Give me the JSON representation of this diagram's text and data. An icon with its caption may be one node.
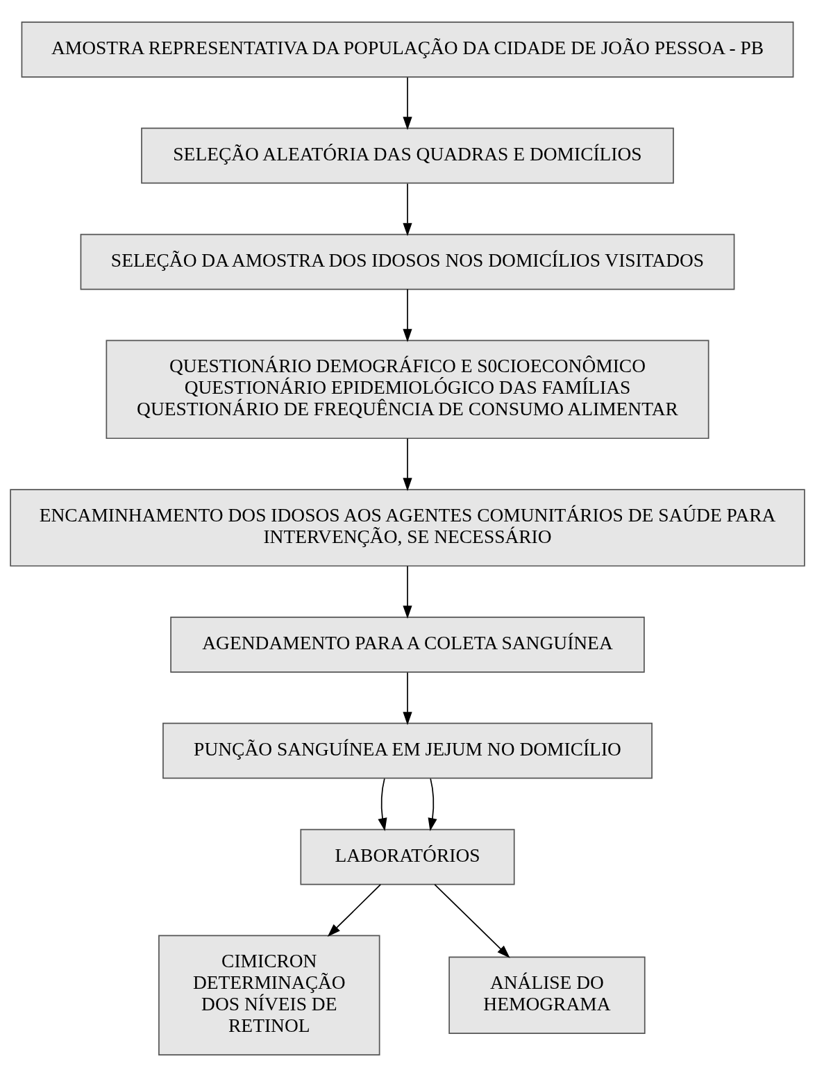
{
  "diagram": {
    "nodes": [
      {
        "text": [
          "AMOSTRA REPRESENTATIVA DA POPULAÇÃO DA CIDADE DE JOÃO PESSOA - PB"
        ]
      },
      {
        "text": [
          "SELEÇÃO ALEATÓRIA DAS QUADRAS E DOMICÍLIOS"
        ]
      },
      {
        "text": [
          "SELEÇÃO DA AMOSTRA DOS IDOSOS NOS DOMICÍLIOS VISITADOS"
        ]
      },
      {
        "text": [
          "QUESTIONÁRIO DEMOGRÁFICO E S0CIOECONÔMICO",
          "QUESTIONÁRIO EPIDEMIOLÓGICO DAS FAMÍLIAS",
          "QUESTIONÁRIO DE FREQUÊNCIA DE CONSUMO ALIMENTAR"
        ]
      },
      {
        "text": [
          "ENCAMINHAMENTO DOS IDOSOS AOS AGENTES COMUNITÁRIOS DE SAÚDE PARA INTERVENÇÃO, SE NECESSÁRIO"
        ]
      },
      {
        "text": [
          "AGENDAMENTO PARA A COLETA SANGUÍNEA"
        ]
      },
      {
        "text": [
          "PUNÇÃO SANGUÍNEA EM JEJUM NO DOMICÍLIO"
        ]
      },
      {
        "text": [
          "LABORATÓRIOS"
        ]
      },
      {
        "text": [
          "CIMICRON",
          "DETERMINAÇÃO DOS NÍVEIS DE RETINOL"
        ]
      },
      {
        "text": [
          "ANÁLISE DO HEMOGRAMA"
        ]
      }
    ],
    "edges": [
      {
        "from": 0,
        "to": 1,
        "arrow": "to"
      },
      {
        "from": 1,
        "to": 2,
        "arrow": "to"
      },
      {
        "from": 2,
        "to": 3,
        "arrow": "to"
      },
      {
        "from": 3,
        "to": 4,
        "arrow": "to"
      },
      {
        "from": 4,
        "to": 5,
        "arrow": "to"
      },
      {
        "from": 5,
        "to": 6,
        "arrow": "to"
      },
      {
        "from": 6,
        "to": 7,
        "arrow": "to"
      },
      {
        "from": 6,
        "to": 7,
        "arrow": "to"
      },
      {
        "from": 7,
        "to": 8,
        "arrow": "to"
      },
      {
        "from": 7,
        "to": 9,
        "arrow": "to"
      }
    ]
  }
}
